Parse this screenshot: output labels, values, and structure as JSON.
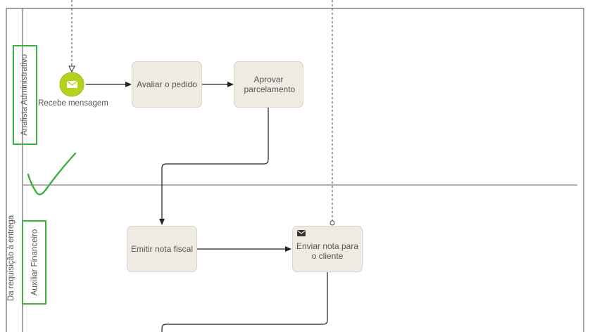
{
  "diagram": {
    "pool": {
      "label": "Da requisição à entrega"
    },
    "lanes": [
      {
        "label": "Analista Administrativo"
      },
      {
        "label": "Auxiliar Financeiro"
      }
    ],
    "start_event": {
      "label": "Recebe mensagem",
      "type": "message",
      "color": "#b6d11e"
    },
    "tasks": {
      "avaliar": "Avaliar o pedido",
      "aprovar": "Aprovar parcelamento",
      "emitir": "Emitir nota fiscal",
      "enviar": "Enviar nota para o cliente"
    },
    "colors": {
      "task_fill": "#efebe3",
      "task_border": "#d9d4c8",
      "annotation": "#3cb043",
      "flow": "#222222"
    },
    "annotations": [
      "lane-highlight-box",
      "checkmark"
    ]
  }
}
